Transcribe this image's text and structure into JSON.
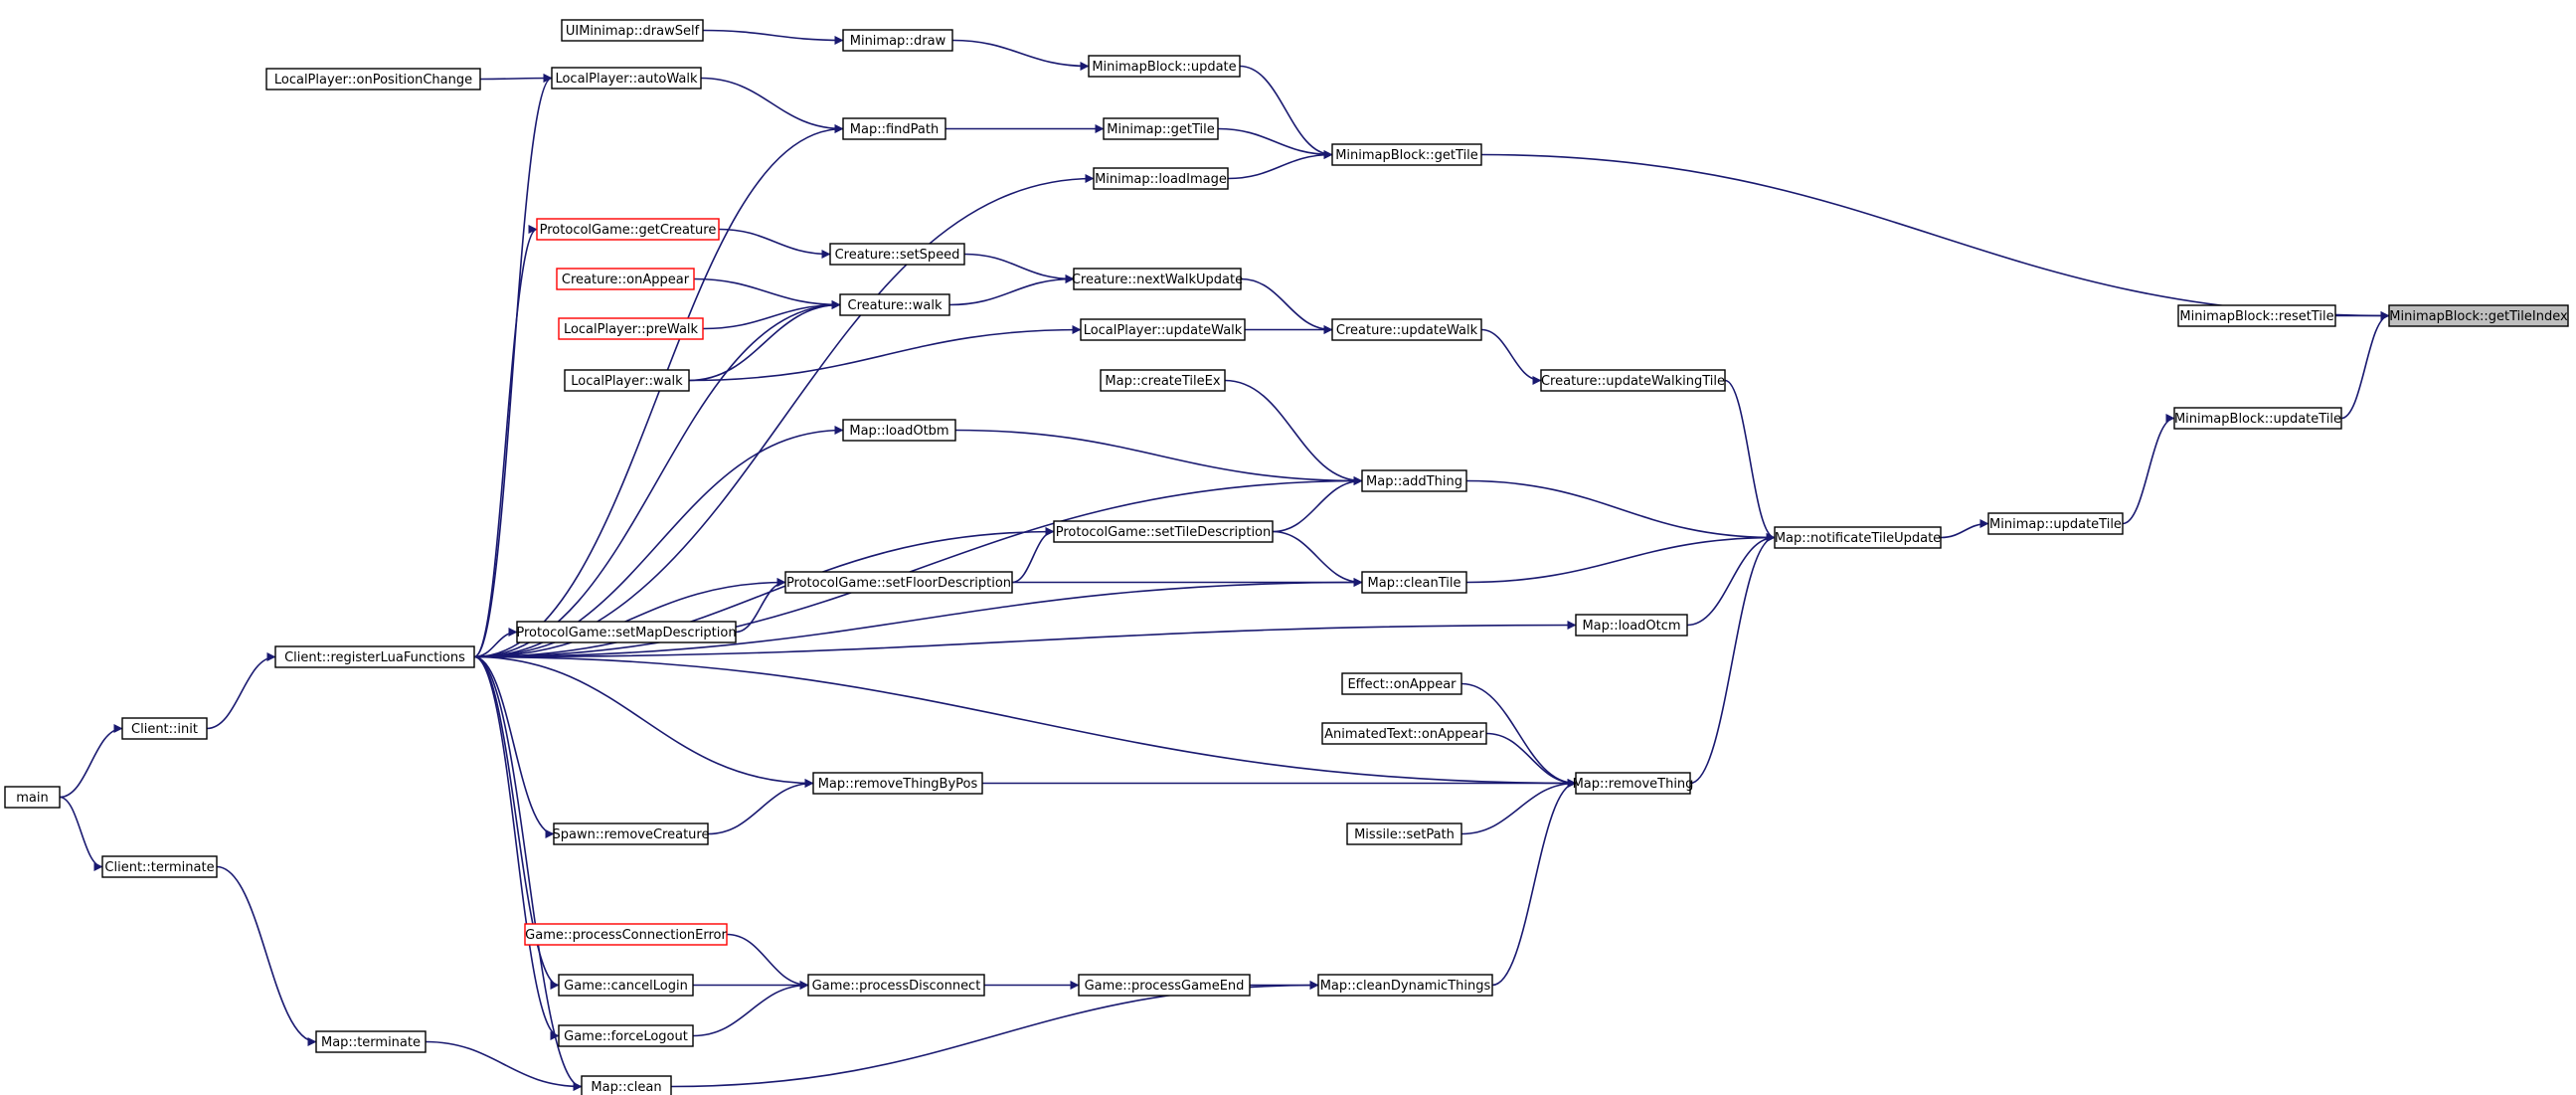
{
  "diagram": {
    "type": "call-graph",
    "focus_node": "MinimapBlock::getTileIndex",
    "colors": {
      "edge": "#191970",
      "box_border": "#000000",
      "box_border_unresolved": "#ff0000",
      "focus_fill": "#bfbfbf"
    },
    "nodes": [
      {
        "id": "uiminimap_drawself",
        "label": "UIMinimap::drawSelf"
      },
      {
        "id": "minimap_draw",
        "label": "Minimap::draw"
      },
      {
        "id": "minimapblock_update",
        "label": "MinimapBlock::update"
      },
      {
        "id": "localplayer_onpositionchange",
        "label": "LocalPlayer::onPositionChange"
      },
      {
        "id": "localplayer_autowalk",
        "label": "LocalPlayer::autoWalk"
      },
      {
        "id": "map_findpath",
        "label": "Map::findPath"
      },
      {
        "id": "minimap_gettile",
        "label": "Minimap::getTile"
      },
      {
        "id": "minimapblock_gettile",
        "label": "MinimapBlock::getTile"
      },
      {
        "id": "minimap_loadimage",
        "label": "Minimap::loadImage"
      },
      {
        "id": "protocolgame_getcreature",
        "label": "ProtocolGame::getCreature",
        "style": "red"
      },
      {
        "id": "creature_setspeed",
        "label": "Creature::setSpeed"
      },
      {
        "id": "creature_nextwalkupdate",
        "label": "Creature::nextWalkUpdate"
      },
      {
        "id": "creature_onappear",
        "label": "Creature::onAppear",
        "style": "red"
      },
      {
        "id": "creature_walk",
        "label": "Creature::walk"
      },
      {
        "id": "localplayer_prewalk",
        "label": "LocalPlayer::preWalk",
        "style": "red"
      },
      {
        "id": "localplayer_updatewalk",
        "label": "LocalPlayer::updateWalk"
      },
      {
        "id": "creature_updatewalk",
        "label": "Creature::updateWalk"
      },
      {
        "id": "localplayer_walk",
        "label": "LocalPlayer::walk"
      },
      {
        "id": "minimapblock_resettile",
        "label": "MinimapBlock::resetTile"
      },
      {
        "id": "minimapblock_gettileindex",
        "label": "MinimapBlock::getTileIndex",
        "style": "focus"
      },
      {
        "id": "map_createtileex",
        "label": "Map::createTileEx"
      },
      {
        "id": "creature_updatewalkingtile",
        "label": "Creature::updateWalkingTile"
      },
      {
        "id": "minimapblock_updatetile",
        "label": "MinimapBlock::updateTile"
      },
      {
        "id": "map_loadotbm",
        "label": "Map::loadOtbm"
      },
      {
        "id": "map_addthing",
        "label": "Map::addThing"
      },
      {
        "id": "protocolgame_settiledescription",
        "label": "ProtocolGame::setTileDescription"
      },
      {
        "id": "minimap_updatetile",
        "label": "Minimap::updateTile"
      },
      {
        "id": "map_notificatetileupdate",
        "label": "Map::notificateTileUpdate"
      },
      {
        "id": "protocolgame_setfloordescription",
        "label": "ProtocolGame::setFloorDescription"
      },
      {
        "id": "map_cleantile",
        "label": "Map::cleanTile"
      },
      {
        "id": "protocolgame_setmapdescription",
        "label": "ProtocolGame::setMapDescription"
      },
      {
        "id": "map_loadotcm",
        "label": "Map::loadOtcm"
      },
      {
        "id": "client_registerluafunctions",
        "label": "Client::registerLuaFunctions"
      },
      {
        "id": "effect_onappear",
        "label": "Effect::onAppear"
      },
      {
        "id": "client_init",
        "label": "Client::init"
      },
      {
        "id": "animatedtext_onappear",
        "label": "AnimatedText::onAppear"
      },
      {
        "id": "main",
        "label": "main"
      },
      {
        "id": "map_removethingbypos",
        "label": "Map::removeThingByPos"
      },
      {
        "id": "map_removething",
        "label": "Map::removeThing"
      },
      {
        "id": "spawn_removecreature",
        "label": "Spawn::removeCreature"
      },
      {
        "id": "missile_setpath",
        "label": "Missile::setPath"
      },
      {
        "id": "client_terminate",
        "label": "Client::terminate"
      },
      {
        "id": "game_processconnectionerror",
        "label": "Game::processConnectionError",
        "style": "red"
      },
      {
        "id": "game_cancellogin",
        "label": "Game::cancelLogin"
      },
      {
        "id": "game_processdisconnect",
        "label": "Game::processDisconnect"
      },
      {
        "id": "game_processgameend",
        "label": "Game::processGameEnd"
      },
      {
        "id": "map_cleandynamicthings",
        "label": "Map::cleanDynamicThings"
      },
      {
        "id": "game_forcelogout",
        "label": "Game::forceLogout"
      },
      {
        "id": "map_terminate",
        "label": "Map::terminate"
      },
      {
        "id": "map_clean",
        "label": "Map::clean"
      }
    ],
    "edges": [
      [
        "uiminimap_drawself",
        "minimap_draw"
      ],
      [
        "minimap_draw",
        "minimapblock_update"
      ],
      [
        "minimapblock_update",
        "minimapblock_gettile"
      ],
      [
        "localplayer_onpositionchange",
        "localplayer_autowalk"
      ],
      [
        "localplayer_autowalk",
        "map_findpath"
      ],
      [
        "map_findpath",
        "minimap_gettile"
      ],
      [
        "minimap_gettile",
        "minimapblock_gettile"
      ],
      [
        "minimap_loadimage",
        "minimapblock_gettile"
      ],
      [
        "minimapblock_gettile",
        "minimapblock_gettileindex"
      ],
      [
        "minimapblock_resettile",
        "minimapblock_gettileindex"
      ],
      [
        "minimapblock_updatetile",
        "minimapblock_gettileindex"
      ],
      [
        "minimap_updatetile",
        "minimapblock_updatetile"
      ],
      [
        "map_notificatetileupdate",
        "minimap_updatetile"
      ],
      [
        "protocolgame_getcreature",
        "creature_setspeed"
      ],
      [
        "creature_setspeed",
        "creature_nextwalkupdate"
      ],
      [
        "creature_walk",
        "creature_nextwalkupdate"
      ],
      [
        "creature_nextwalkupdate",
        "creature_updatewalk"
      ],
      [
        "creature_onappear",
        "creature_walk"
      ],
      [
        "localplayer_prewalk",
        "creature_walk"
      ],
      [
        "localplayer_walk",
        "creature_walk"
      ],
      [
        "localplayer_walk",
        "localplayer_updatewalk"
      ],
      [
        "localplayer_updatewalk",
        "creature_updatewalk"
      ],
      [
        "creature_updatewalk",
        "creature_updatewalkingtile"
      ],
      [
        "creature_updatewalkingtile",
        "map_notificatetileupdate"
      ],
      [
        "map_createtileex",
        "map_addthing"
      ],
      [
        "map_loadotbm",
        "map_addthing"
      ],
      [
        "protocolgame_settiledescription",
        "map_addthing"
      ],
      [
        "map_addthing",
        "map_notificatetileupdate"
      ],
      [
        "protocolgame_settiledescription",
        "map_cleantile"
      ],
      [
        "protocolgame_setfloordescription",
        "protocolgame_settiledescription"
      ],
      [
        "protocolgame_setfloordescription",
        "map_cleantile"
      ],
      [
        "protocolgame_setmapdescription",
        "protocolgame_setfloordescription"
      ],
      [
        "map_cleantile",
        "map_notificatetileupdate"
      ],
      [
        "map_loadotcm",
        "map_notificatetileupdate"
      ],
      [
        "map_removething",
        "map_notificatetileupdate"
      ],
      [
        "effect_onappear",
        "map_removething"
      ],
      [
        "animatedtext_onappear",
        "map_removething"
      ],
      [
        "map_removethingbypos",
        "map_removething"
      ],
      [
        "missile_setpath",
        "map_removething"
      ],
      [
        "map_cleandynamicthings",
        "map_removething"
      ],
      [
        "spawn_removecreature",
        "map_removethingbypos"
      ],
      [
        "client_registerluafunctions",
        "localplayer_autowalk"
      ],
      [
        "client_registerluafunctions",
        "map_findpath"
      ],
      [
        "client_registerluafunctions",
        "minimap_loadimage"
      ],
      [
        "client_registerluafunctions",
        "protocolgame_getcreature"
      ],
      [
        "client_registerluafunctions",
        "creature_walk"
      ],
      [
        "client_registerluafunctions",
        "map_loadotbm"
      ],
      [
        "client_registerluafunctions",
        "map_addthing"
      ],
      [
        "client_registerluafunctions",
        "protocolgame_settiledescription"
      ],
      [
        "client_registerluafunctions",
        "protocolgame_setfloordescription"
      ],
      [
        "client_registerluafunctions",
        "protocolgame_setmapdescription"
      ],
      [
        "client_registerluafunctions",
        "map_cleantile"
      ],
      [
        "client_registerluafunctions",
        "map_loadotcm"
      ],
      [
        "client_registerluafunctions",
        "map_removethingbypos"
      ],
      [
        "client_registerluafunctions",
        "spawn_removecreature"
      ],
      [
        "client_registerluafunctions",
        "map_removething"
      ],
      [
        "client_registerluafunctions",
        "game_cancellogin"
      ],
      [
        "client_registerluafunctions",
        "game_forcelogout"
      ],
      [
        "client_registerluafunctions",
        "map_clean"
      ],
      [
        "client_init",
        "client_registerluafunctions"
      ],
      [
        "main",
        "client_init"
      ],
      [
        "main",
        "client_terminate"
      ],
      [
        "client_terminate",
        "map_terminate"
      ],
      [
        "map_terminate",
        "map_clean"
      ],
      [
        "game_processconnectionerror",
        "game_processdisconnect"
      ],
      [
        "game_cancellogin",
        "game_processdisconnect"
      ],
      [
        "game_forcelogout",
        "game_processdisconnect"
      ],
      [
        "game_processdisconnect",
        "game_processgameend"
      ],
      [
        "game_processgameend",
        "map_cleandynamicthings"
      ],
      [
        "map_clean",
        "map_cleandynamicthings"
      ]
    ]
  }
}
